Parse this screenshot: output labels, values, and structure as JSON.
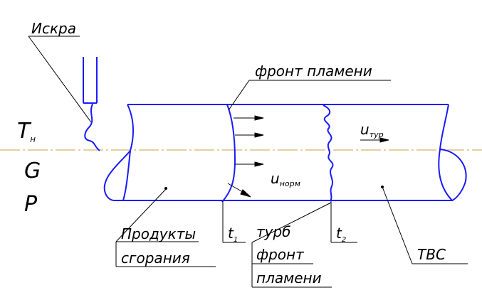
{
  "labels": {
    "spark": "Искра",
    "flame_front": "фронт пламени",
    "products_line1": "Продукты",
    "products_line2": "сгорания",
    "t1_main": "t",
    "t1_sub": "1",
    "t2_main": "t",
    "t2_sub": "2",
    "turb_line1": "турб",
    "turb_line2": "фронт",
    "turb_line3": "пламени",
    "tvs": "ТВС",
    "TH_main": "T",
    "TH_sub": "Н",
    "G": "G",
    "P": "P",
    "u_turb_main": "u",
    "u_turb_sub": "тур",
    "u_norm_main": "u",
    "u_norm_sub": "норм"
  },
  "colors": {
    "tube": "#1a1aff",
    "axis": "#c8a040",
    "ink": "#000000"
  }
}
